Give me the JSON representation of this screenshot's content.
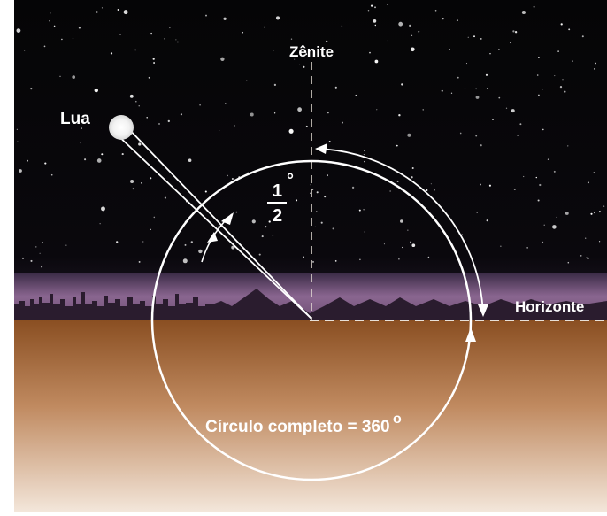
{
  "labels": {
    "zenith": "Zênite",
    "moon": "Lua",
    "horizon": "Horizonte",
    "angle_numerator": "1",
    "angle_denominator": "2",
    "angle_degree": "°",
    "full_circle": "Círculo completo = 360",
    "full_circle_degree": "o"
  },
  "colors": {
    "sky": "#050506",
    "twilight": "#8a6690",
    "skyline": "#2a1c2e",
    "ground_top": "#8a4f22",
    "ground_bottom": "#f3e6da",
    "lines": "#ffffff",
    "dashed": "#e8e0d8"
  }
}
